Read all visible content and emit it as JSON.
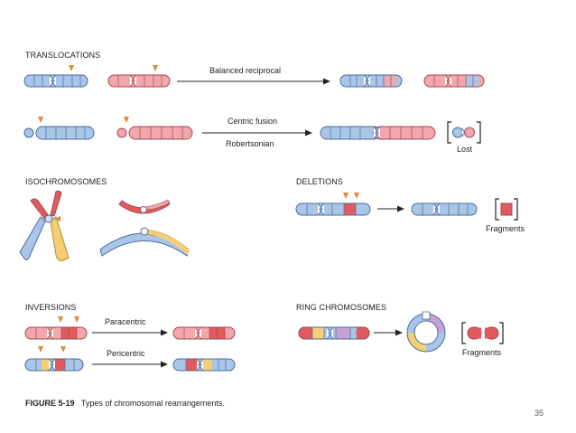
{
  "colors": {
    "blue": "#a9c6e8",
    "pink": "#f2a7ad",
    "red": "#e05a5f",
    "yellow": "#f4cf74",
    "violet": "#c8a2d6",
    "outline": "#4a6c9b",
    "marker": "#e08a3a"
  },
  "sections": {
    "translocations": "TRANSLOCATIONS",
    "isochromosomes": "ISOCHROMOSOMES",
    "deletions": "DELETIONS",
    "inversions": "INVERSIONS",
    "ring": "RING CHROMOSOMES"
  },
  "labels": {
    "balanced": "Balanced reciprocal",
    "centric": "Centric fusion",
    "robertsonian": "Robertsonian",
    "lost": "Lost",
    "fragments_del": "Fragments",
    "paracentric": "Paracentric",
    "pericentric": "Pericentric",
    "fragments_ring": "Fragments"
  },
  "caption": {
    "figure": "FIGURE 5-19",
    "text": "Types of chromosomal rearrangements."
  },
  "page_number": "35"
}
